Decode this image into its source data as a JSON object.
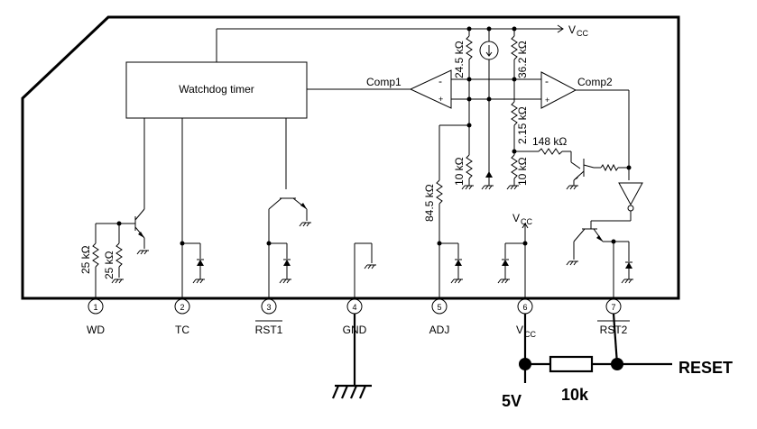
{
  "block": {
    "watchdog": "Watchdog timer"
  },
  "comparators": {
    "comp1": "Comp1",
    "comp2": "Comp2"
  },
  "supply": {
    "vcc_top": "V",
    "vcc_top_sub": "CC",
    "vcc_inner": "V",
    "vcc_inner_sub": "CC"
  },
  "resistors": {
    "r_24_5k": "24.5 kΩ",
    "r_36_2k": "36.2 kΩ",
    "r_2_15k": "2.15 kΩ",
    "r_10k_a": "10 kΩ",
    "r_10k_b": "10 kΩ",
    "r_148k": "148 kΩ",
    "r_84_5k": "84.5 kΩ",
    "r_25k_a": "25 kΩ",
    "r_25k_b": "25 kΩ"
  },
  "pins": [
    {
      "num": "1",
      "name": "WD"
    },
    {
      "num": "2",
      "name": "TC"
    },
    {
      "num": "3",
      "name": "RST1"
    },
    {
      "num": "4",
      "name": "GND"
    },
    {
      "num": "5",
      "name": "ADJ"
    },
    {
      "num": "6",
      "name": "V",
      "sub": "CC"
    },
    {
      "num": "7",
      "name": "RST2"
    }
  ],
  "external": {
    "supply": "5V",
    "resistor": "10k",
    "output": "RESET"
  }
}
